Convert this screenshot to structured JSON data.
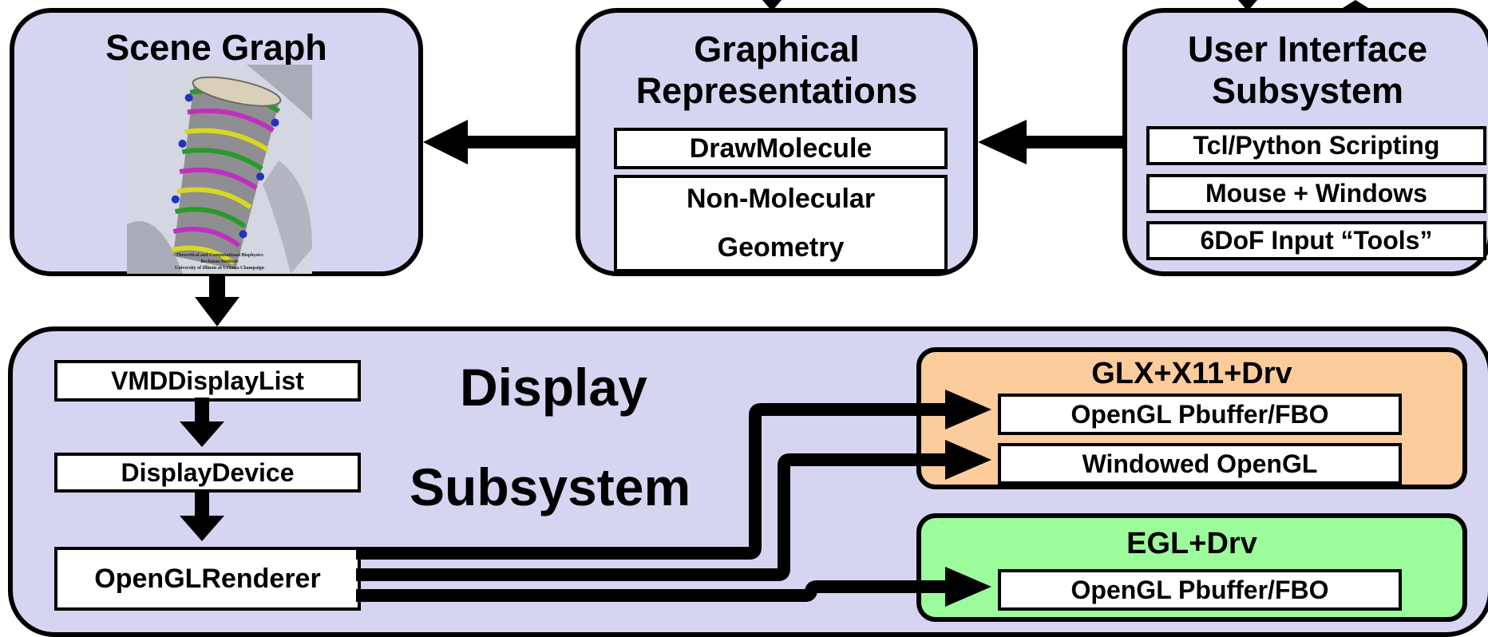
{
  "scene_graph": {
    "title": "Scene Graph",
    "image_credit": "Theoretical and Computational Biophysics Group, Beckman Institute, University of Illinois at Urbana-Champaign"
  },
  "graphical_representations": {
    "title_line1": "Graphical",
    "title_line2": "Representations",
    "items": [
      "DrawMolecule",
      "Non-Molecular",
      "Geometry"
    ]
  },
  "user_interface": {
    "title_line1": "User Interface",
    "title_line2": "Subsystem",
    "items": [
      "Tcl/Python Scripting",
      "Mouse + Windows",
      "6DoF Input “Tools”"
    ]
  },
  "display_subsystem": {
    "title_line1": "Display",
    "title_line2": "Subsystem",
    "chain": [
      "VMDDisplayList",
      "DisplayDevice",
      "OpenGLRenderer"
    ]
  },
  "glx": {
    "title": "GLX+X11+Drv",
    "items": [
      "OpenGL Pbuffer/FBO",
      "Windowed OpenGL"
    ],
    "color": "#fccc9c"
  },
  "egl": {
    "title": "EGL+Drv",
    "items": [
      "OpenGL Pbuffer/FBO"
    ],
    "color": "#9cfc9c"
  },
  "colors": {
    "panel": "#d5d5f2",
    "border": "#000000"
  }
}
